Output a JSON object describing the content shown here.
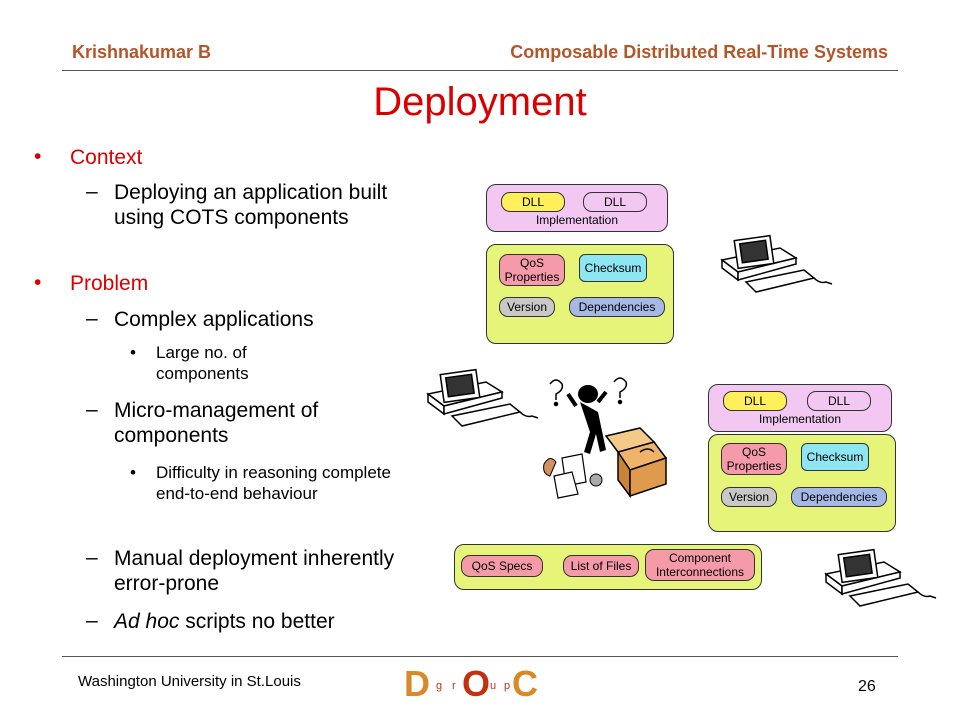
{
  "header": {
    "author": "Krishnakumar B",
    "course": "Composable Distributed Real-Time Systems"
  },
  "title": "Deployment",
  "bullets": {
    "context": "Context",
    "context_sub": "Deploying an application built using COTS components",
    "problem": "Problem",
    "p1": "Complex applications",
    "p1_sub": "Large no. of components",
    "p2": "Micro-management of components",
    "p2_sub": "Difficulty in reasoning complete end-to-end behaviour",
    "p3": "Manual deployment inherently error-prone",
    "p4_italic": "Ad hoc",
    "p4_rest": " scripts no better"
  },
  "diagram": {
    "dll": "DLL",
    "implementation": "Implementation",
    "qos_properties": "QoS Properties",
    "checksum": "Checksum",
    "version": "Version",
    "dependencies": "Dependencies",
    "qos_specs": "QoS Specs",
    "list_of_files": "List of Files",
    "component_interconnections": "Component Interconnections"
  },
  "footer": {
    "institution": "Washington University in St.Louis",
    "page": "26",
    "logo_letters": [
      "D",
      "O",
      "C"
    ],
    "logo_small": [
      "g",
      "r",
      "u",
      "p"
    ]
  },
  "colors": {
    "header": "#b3562a",
    "title": "#d80000",
    "panel_purple": "#f2c8f2",
    "panel_green": "#e6f57a",
    "pill_yellow": "#ffef5a",
    "pill_pink": "#f59aa8",
    "pill_cyan": "#8ee6f2",
    "pill_grey": "#c8c8c8",
    "pill_blue": "#a6b8e6"
  }
}
